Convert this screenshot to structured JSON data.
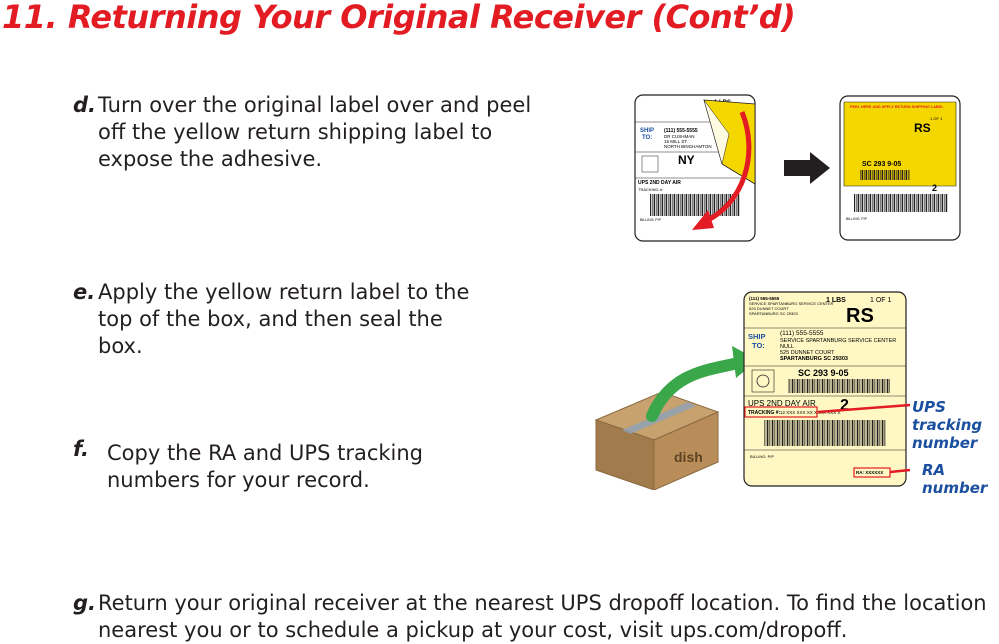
{
  "title": "11. Returning Your Original Receiver (Cont’d)",
  "steps": {
    "d": {
      "letter": "d.",
      "text": "Turn over the original label over and peel\noff the yellow return shipping label to\nexpose the adhesive."
    },
    "e": {
      "letter": "e.",
      "text": "Apply the yellow return label to the\ntop of the box, and then seal the\nbox."
    },
    "f": {
      "letter": "f.",
      "text": "Copy the RA and UPS tracking\nnumbers for your record."
    },
    "g": {
      "letter": "g.",
      "text": "Return your original receiver at the nearest UPS dropoff location.  To find the location\nnearest you or to schedule a pickup at your cost, visit ups.com/dropoff."
    }
  },
  "callouts": {
    "ups_tracking": "UPS tracking\nnumber",
    "ra_number": "RA number"
  },
  "label": {
    "weight": "1 LBS",
    "count": "1 OF 1",
    "service_code": "RS",
    "phone": "(111) 555-5555",
    "ship_to": "SHIP\nTO:",
    "ship_name": "SERVICE SPARTANBURG SERVICE CENTER",
    "ship_attn": "NULL",
    "ship_street": "525 DUNNET COURT",
    "ship_city": "SPARTANBURG  SC  29303",
    "routing": "SC  293  9-05",
    "service": "UPS 2ND DAY AIR",
    "service_num": "2",
    "tracking_label": "TRACKING #:",
    "tracking": "12 XXX XXX XX XXXX XXX X",
    "billing": "BILLING: P/P",
    "ra_box": "RA: XXXXXX",
    "sender_line1": "(111) 555-5555",
    "sender_line2": "SERVICE SPARTANBURG SERVICE CENTER",
    "sender_line3": "525 DUNNET COURT",
    "sender_line4": "SPARTANBURG  SC  29303",
    "peel_text": "PEEL HERE AND APPLY RETURN SHIPPING LABEL",
    "nyc": "NY",
    "dish": "dish"
  },
  "colors": {
    "red": "#e31b23",
    "green": "#3aa84a",
    "yellow": "#f5d700",
    "blue": "#1b4fa0",
    "box": "#b08a5c"
  }
}
